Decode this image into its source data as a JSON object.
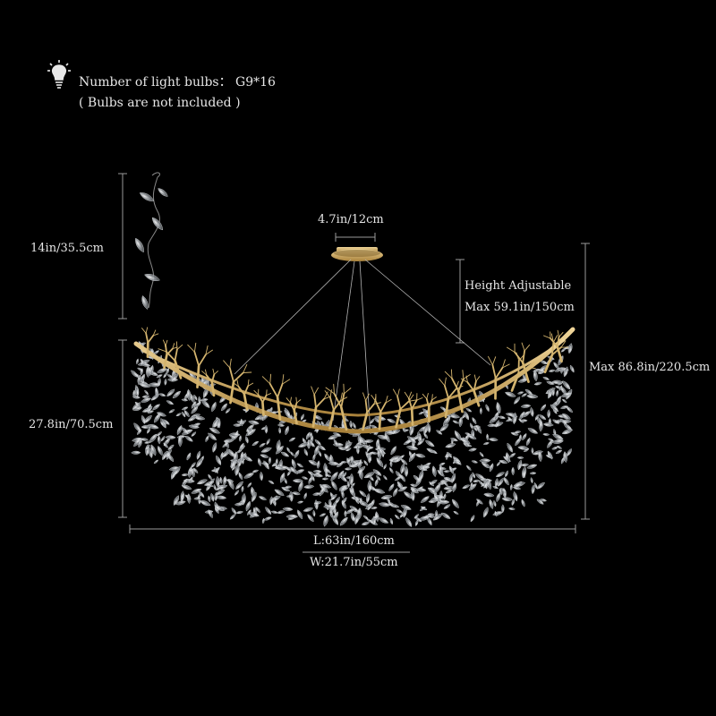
{
  "info": {
    "bulbs_line": "Number of light bulbs： G9*16",
    "bulbs_note": "( Bulbs are not included )"
  },
  "dimensions": {
    "canopy": "4.7in/12cm",
    "crystal_strand": "14in/35.5cm",
    "height_adjustable_title": "Height Adjustable",
    "height_adjustable_max": "Max 59.1in/150cm",
    "body_height": "27.8in/70.5cm",
    "total_max": "Max 86.8in/220.5cm",
    "length": "L:63in/160cm",
    "width": "W:21.7in/55cm"
  },
  "colors": {
    "background": "#000000",
    "gold": "#c9a55a",
    "crystal": "#bfc4c8",
    "dim_line": "#9a9a9a"
  }
}
